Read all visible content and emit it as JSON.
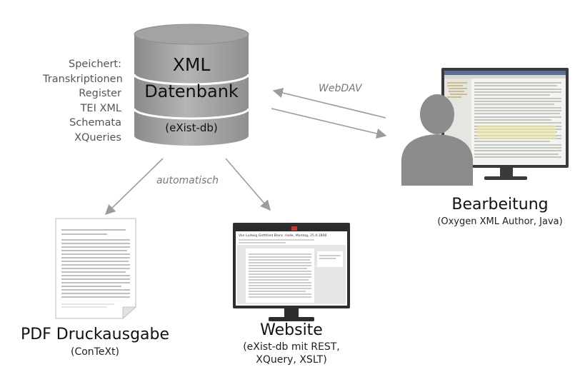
{
  "storage": {
    "heading": "Speichert:",
    "items": [
      "Transkriptionen",
      "Register",
      "TEI XML Schemata",
      "XQueries"
    ]
  },
  "database": {
    "line1": "XML",
    "line2": "Datenbank",
    "line3": "(eXist-db)"
  },
  "edges": {
    "webdav": "WebDAV",
    "automatisch": "automatisch"
  },
  "editor": {
    "title": "Bearbeitung",
    "subtitle": "(Oxygen XML Author, Java)"
  },
  "pdf": {
    "title": "PDF Druckausgabe",
    "subtitle": "(ConTeXt)"
  },
  "website": {
    "title": "Website",
    "subtitle_line1": "(eXist-db mit REST,",
    "subtitle_line2": "XQuery, XSLT)",
    "page_heading": "Von Ludwig Gottfried Blanc. Halle, Montag, 25.4.1808"
  },
  "colors": {
    "cylinder": "#9a9a9a",
    "cylinder_dark": "#7d7d7d",
    "arrow": "#9c9c9c",
    "person": "#8c8c8c",
    "monitor_frame": "#3a3a3a"
  }
}
